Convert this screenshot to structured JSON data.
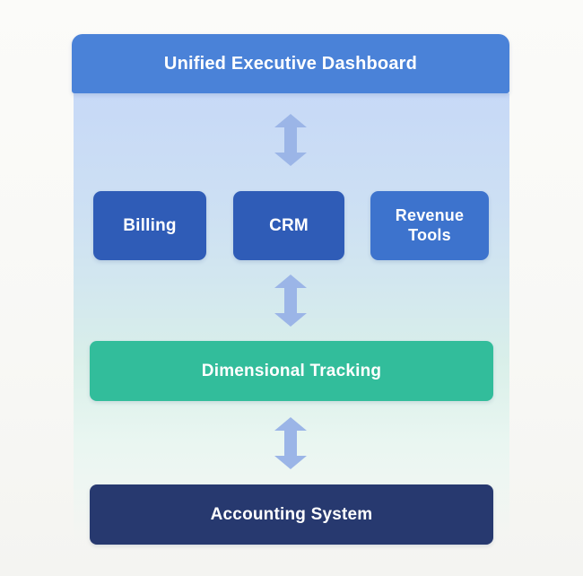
{
  "diagram": {
    "title": "Unified Executive Dashboard",
    "source_systems": [
      {
        "label": "Billing"
      },
      {
        "label": "CRM"
      },
      {
        "label": "Revenue Tools"
      }
    ],
    "tracking_layer": {
      "label": "Dimensional Tracking"
    },
    "foundation": {
      "label": "Accounting System"
    },
    "connector_icon": "double-vertical-arrow-icon"
  },
  "colors": {
    "header": "#4a82d8",
    "source_box": "#2f5cb7",
    "revenue_box": "#3d73cd",
    "tracking_bar": "#32bd9b",
    "foundation_bar": "#27396f",
    "arrow": "#9bb5e7"
  }
}
